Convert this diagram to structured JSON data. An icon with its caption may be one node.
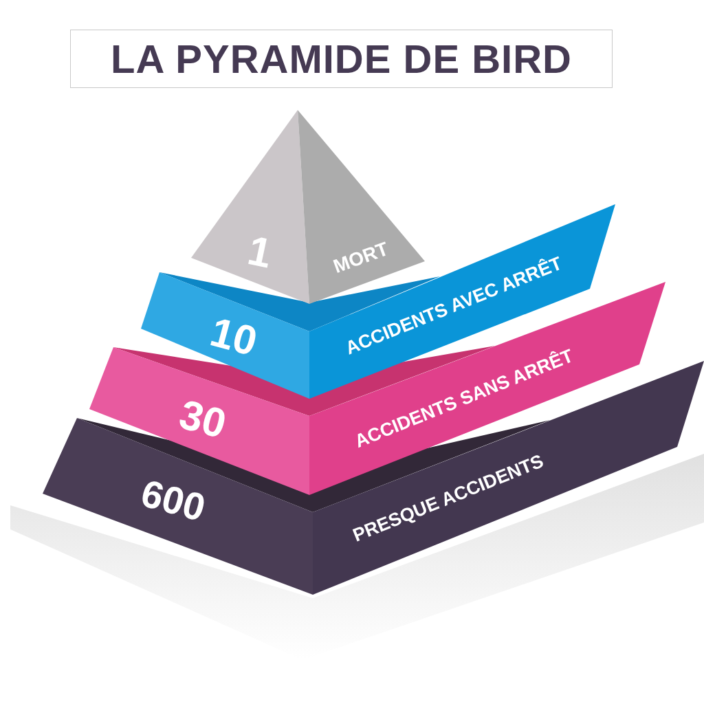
{
  "diagram": {
    "title": "LA PYRAMIDE DE BIRD",
    "nodes": [
      {
        "text": [
          "1",
          "MORT"
        ]
      },
      {
        "text": [
          "10",
          "ACCIDENTS AVEC ARRÊT"
        ]
      },
      {
        "text": [
          "30",
          "ACCIDENTS SANS ARRÊT"
        ]
      },
      {
        "text": [
          "600",
          "PRESQUE ACCIDENTS"
        ]
      }
    ]
  }
}
